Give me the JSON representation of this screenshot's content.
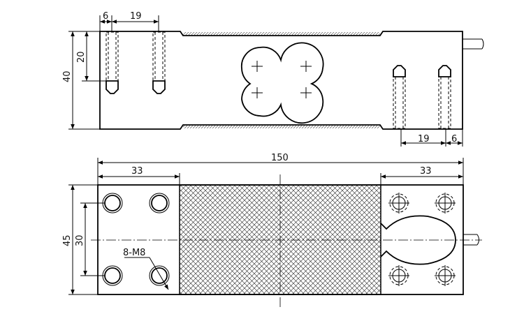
{
  "drawing": {
    "top_view": {
      "dim_hole_offset_left": "6",
      "dim_hole_pitch_left": "19",
      "dim_height": "40",
      "dim_thread_depth": "20",
      "dim_hole_pitch_right": "19",
      "dim_hole_offset_right": "6"
    },
    "bottom_view": {
      "dim_total_length": "150",
      "dim_end_block_left": "33",
      "dim_end_block_right": "33",
      "dim_width": "45",
      "dim_hole_spacing": "30",
      "thread_callout": "8-M8"
    }
  }
}
